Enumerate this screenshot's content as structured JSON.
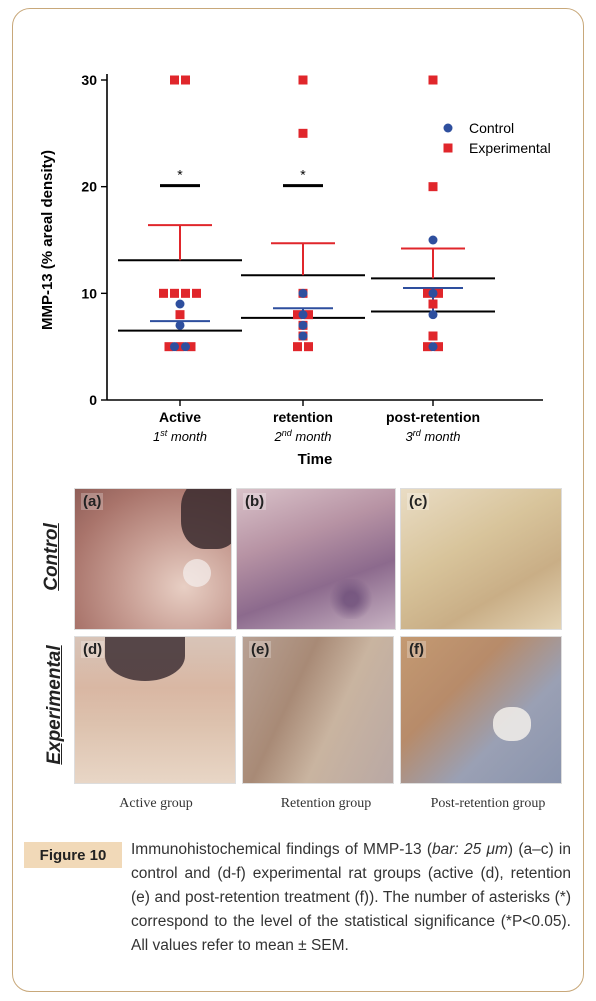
{
  "chart_data": {
    "type": "scatter",
    "ylabel": "MMP-13 (% areal density)",
    "xlabel": "Time",
    "ylim": [
      0,
      30
    ],
    "yticks": [
      0,
      10,
      20,
      30
    ],
    "categories": [
      {
        "name": "Active",
        "month": "1st month",
        "sup": "st",
        "num": "1",
        "rest": " month"
      },
      {
        "name": "retention",
        "month": "2nd month",
        "sup": "nd",
        "num": "2",
        "rest": " month"
      },
      {
        "name": "post-retention",
        "month": "3rd month",
        "sup": "rd",
        "num": "3",
        "rest": " month"
      }
    ],
    "legend_position": "top-right",
    "series": [
      {
        "name": "Control",
        "color": "#2e4f9e",
        "marker": "circle",
        "points": [
          {
            "group": 0,
            "values": [
              5,
              5,
              7,
              9
            ]
          },
          {
            "group": 1,
            "values": [
              6,
              7,
              8,
              10
            ]
          },
          {
            "group": 2,
            "values": [
              5,
              8,
              10,
              15
            ]
          }
        ],
        "means": [
          7.4,
          8.6,
          10.5
        ],
        "sem_lower": [
          6.5,
          7.7,
          8.3
        ]
      },
      {
        "name": "Experimental",
        "color": "#e0262b",
        "marker": "square",
        "points": [
          {
            "group": 0,
            "values": [
              5,
              5,
              5,
              8,
              10,
              10,
              10,
              10,
              30,
              30
            ]
          },
          {
            "group": 1,
            "values": [
              5,
              5,
              6,
              7,
              8,
              8,
              10,
              25,
              30
            ]
          },
          {
            "group": 2,
            "values": [
              5,
              5,
              6,
              9,
              10,
              10,
              20,
              30
            ]
          }
        ],
        "means": [
          13.1,
          11.7,
          11.4
        ],
        "sem_upper": [
          16.4,
          14.7,
          14.2
        ]
      }
    ],
    "significance": [
      {
        "group": 0,
        "label": "*",
        "y": 20.1
      },
      {
        "group": 1,
        "label": "*",
        "y": 20.1
      }
    ]
  },
  "micrographs": {
    "row_labels": [
      "Control",
      "Experimental"
    ],
    "panels": [
      "(a)",
      "(b)",
      "(c)",
      "(d)",
      "(e)",
      "(f)"
    ],
    "group_labels": [
      "Active group",
      "Retention group",
      "Post-retention group"
    ]
  },
  "figure": {
    "tag": "Figure 10",
    "caption_parts": [
      "Immunohistochemical findings of MMP-13 (",
      "bar: 25 μm",
      ") (a–c) in control and (d-f) experimental rat groups (active (d), retention (e) and post-retention treatment (f)). The number of asterisks (*) correspond to the level of the statistical significance (*P<0.05). All values refer to mean ± SEM."
    ]
  }
}
